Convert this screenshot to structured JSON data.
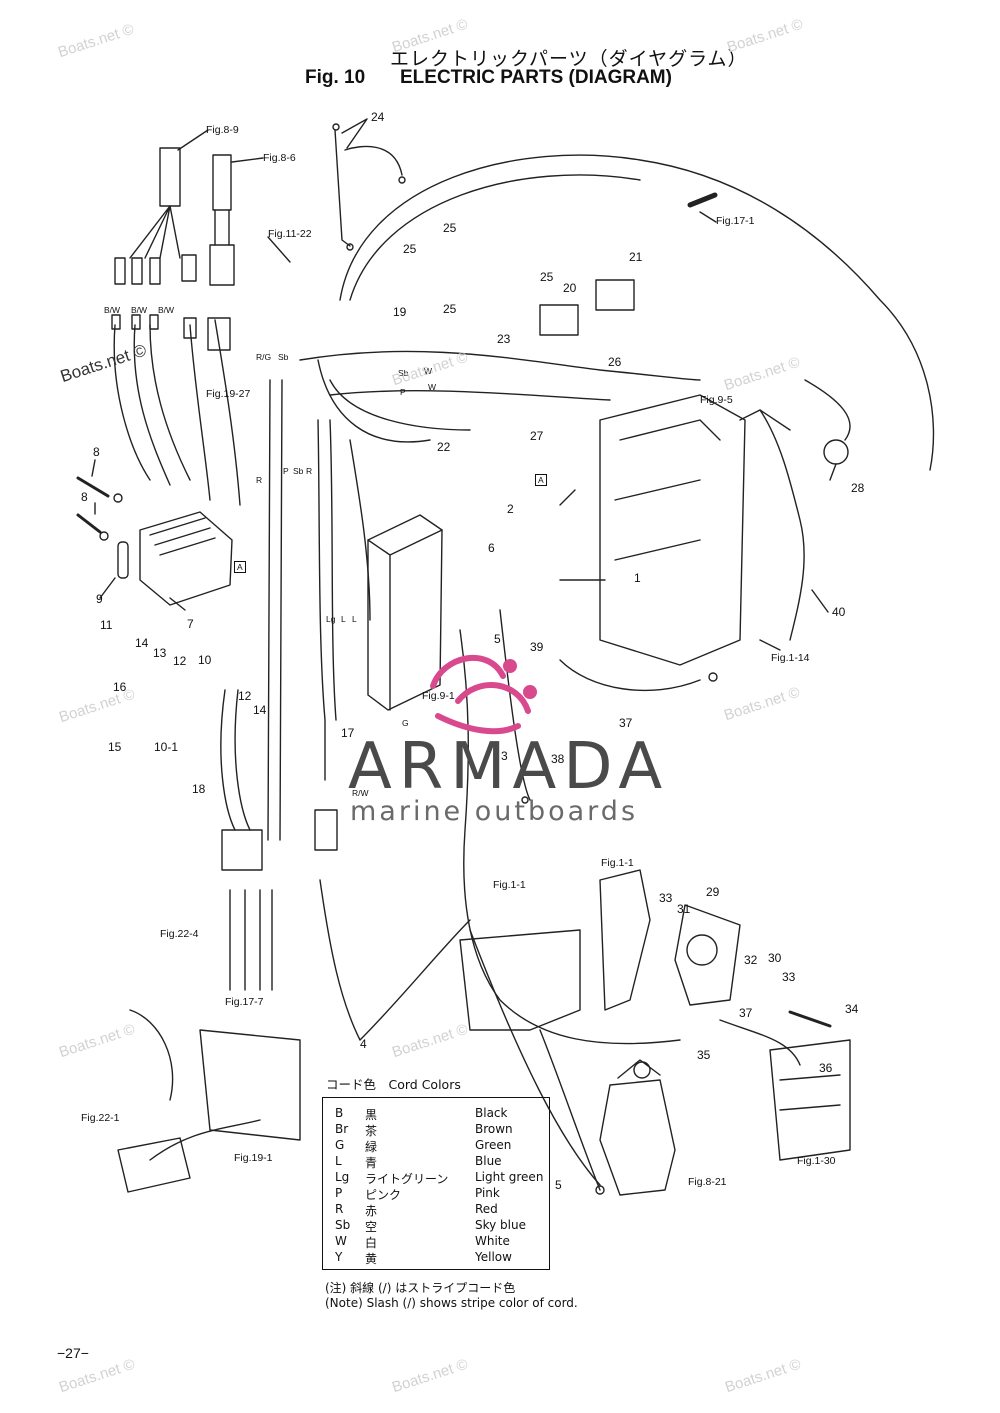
{
  "header": {
    "title_jp": "エレクトリックパーツ（ダイヤグラム）",
    "fig_number": "Fig. 10",
    "title_en": "ELECTRIC PARTS (DIAGRAM)"
  },
  "figure_refs": [
    {
      "id": "fig-8-9",
      "text": "Fig.8-9"
    },
    {
      "id": "fig-8-6",
      "text": "Fig.8-6"
    },
    {
      "id": "fig-11-22",
      "text": "Fig.11-22"
    },
    {
      "id": "fig-17-1",
      "text": "Fig.17-1"
    },
    {
      "id": "fig-19-27",
      "text": "Fig.19-27"
    },
    {
      "id": "fig-9-5",
      "text": "Fig.9-5"
    },
    {
      "id": "fig-9-1",
      "text": "Fig.9-1"
    },
    {
      "id": "fig-1-14",
      "text": "Fig.1-14"
    },
    {
      "id": "fig-1-1a",
      "text": "Fig.1-1"
    },
    {
      "id": "fig-1-1b",
      "text": "Fig.1-1"
    },
    {
      "id": "fig-22-4",
      "text": "Fig.22-4"
    },
    {
      "id": "fig-17-7",
      "text": "Fig.17-7"
    },
    {
      "id": "fig-22-1",
      "text": "Fig.22-1"
    },
    {
      "id": "fig-19-1",
      "text": "Fig.19-1"
    },
    {
      "id": "fig-8-21",
      "text": "Fig.8-21"
    },
    {
      "id": "fig-1-30",
      "text": "Fig.1-30"
    }
  ],
  "callouts": [
    "24",
    "25",
    "25",
    "25",
    "25",
    "21",
    "20",
    "19",
    "23",
    "26",
    "27",
    "22",
    "2",
    "6",
    "1",
    "28",
    "40",
    "8",
    "8",
    "9",
    "7",
    "11",
    "14",
    "13",
    "12",
    "10",
    "16",
    "15",
    "10-1",
    "12",
    "14",
    "18",
    "17",
    "5",
    "39",
    "3",
    "38",
    "37",
    "33",
    "31",
    "29",
    "32",
    "30",
    "33",
    "34",
    "37",
    "35",
    "36",
    "4",
    "5"
  ],
  "wire_labels": [
    "B/W",
    "B/W",
    "B/W",
    "R/G",
    "Sb",
    "R",
    "P",
    "Sb",
    "R",
    "Sb",
    "P",
    "W",
    "W",
    "Lg",
    "L",
    "L",
    "G",
    "R/W",
    "A",
    "A"
  ],
  "watermarks": [
    "Boats.net ©",
    "Boats.net ©",
    "Boats.net ©",
    "Boats.net ©",
    "Boats.net ©",
    "Boats.net ©",
    "Boats.net ©",
    "Boats.net ©",
    "Boats.net ©",
    "Boats.net ©",
    "Boats.net ©",
    "Boats.net ©",
    "Boats.net ©"
  ],
  "brand": {
    "name": "ARMADA",
    "tagline": "marine outboards",
    "color": "#d9498d"
  },
  "cord_colors": {
    "title": "コード色　Cord Colors",
    "rows": [
      {
        "code": "B",
        "jp": "黒",
        "en": "Black"
      },
      {
        "code": "Br",
        "jp": "茶",
        "en": "Brown"
      },
      {
        "code": "G",
        "jp": "緑",
        "en": "Green"
      },
      {
        "code": "L",
        "jp": "青",
        "en": "Blue"
      },
      {
        "code": "Lg",
        "jp": "ライトグリーン",
        "en": "Light green"
      },
      {
        "code": "P",
        "jp": "ピンク",
        "en": "Pink"
      },
      {
        "code": "R",
        "jp": "赤",
        "en": "Red"
      },
      {
        "code": "Sb",
        "jp": "空",
        "en": "Sky blue"
      },
      {
        "code": "W",
        "jp": "白",
        "en": "White"
      },
      {
        "code": "Y",
        "jp": "黄",
        "en": "Yellow"
      }
    ]
  },
  "notes": {
    "jp": "(注) 斜線 (/) はストライプコード色",
    "en": "(Note)  Slash  (/)  shows stripe color of cord."
  },
  "page_number": "−27−"
}
